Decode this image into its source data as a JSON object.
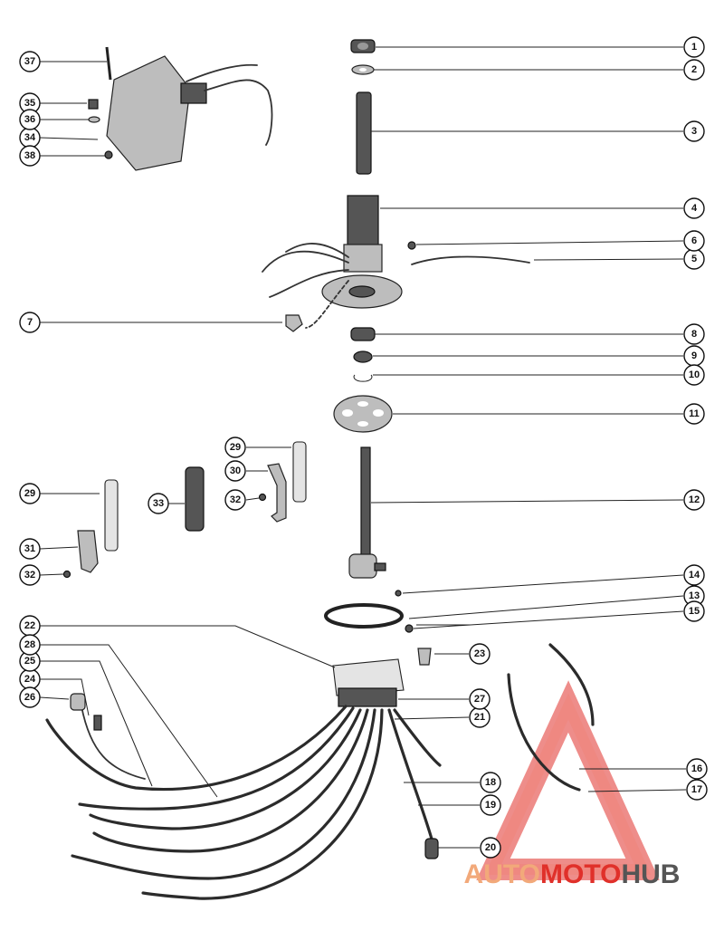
{
  "callouts": [
    "1",
    "2",
    "3",
    "4",
    "5",
    "6",
    "7",
    "8",
    "9",
    "10",
    "11",
    "12",
    "13",
    "14",
    "15",
    "16",
    "17",
    "18",
    "19",
    "20",
    "21",
    "22",
    "23",
    "24",
    "25",
    "26",
    "27",
    "28",
    "29",
    "29",
    "30",
    "31",
    "32",
    "32",
    "33",
    "34",
    "35",
    "36",
    "37",
    "38"
  ],
  "watermark": {
    "part1": "AUTO",
    "part2": "MOTO",
    "part3": "HUB",
    "color_accent": "#f2a97a",
    "color_main": "#e0302a",
    "color_gray": "#555555"
  }
}
